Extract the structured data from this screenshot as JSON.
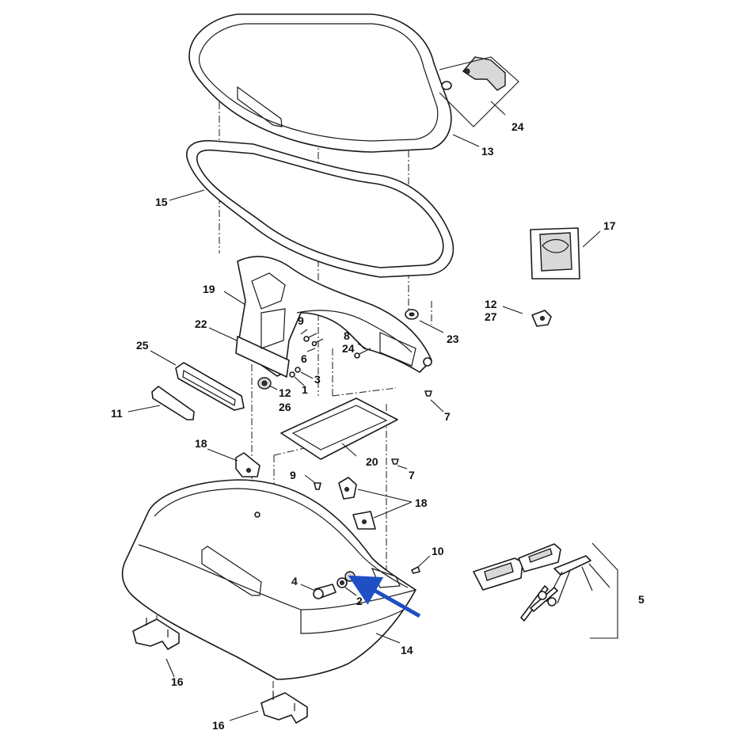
{
  "callouts": {
    "c1": "1",
    "c2": "2",
    "c3": "3",
    "c4": "4",
    "c5": "5",
    "c6": "6",
    "c7a": "7",
    "c7b": "7",
    "c8": "8",
    "c9a": "9",
    "c9b": "9",
    "c10": "10",
    "c11": "11",
    "c12a": "12",
    "c12b": "12",
    "c13": "13",
    "c14": "14",
    "c15": "15",
    "c16a": "16",
    "c16b": "16",
    "c17": "17",
    "c18a": "18",
    "c18b": "18",
    "c19": "19",
    "c20": "20",
    "c22": "22",
    "c23": "23",
    "c24a": "24",
    "c24b": "24",
    "c25": "25",
    "c26": "26",
    "c27": "27"
  },
  "colors": {
    "line": "#1a1a1a",
    "highlight_arrow": "#1f4fc4"
  }
}
